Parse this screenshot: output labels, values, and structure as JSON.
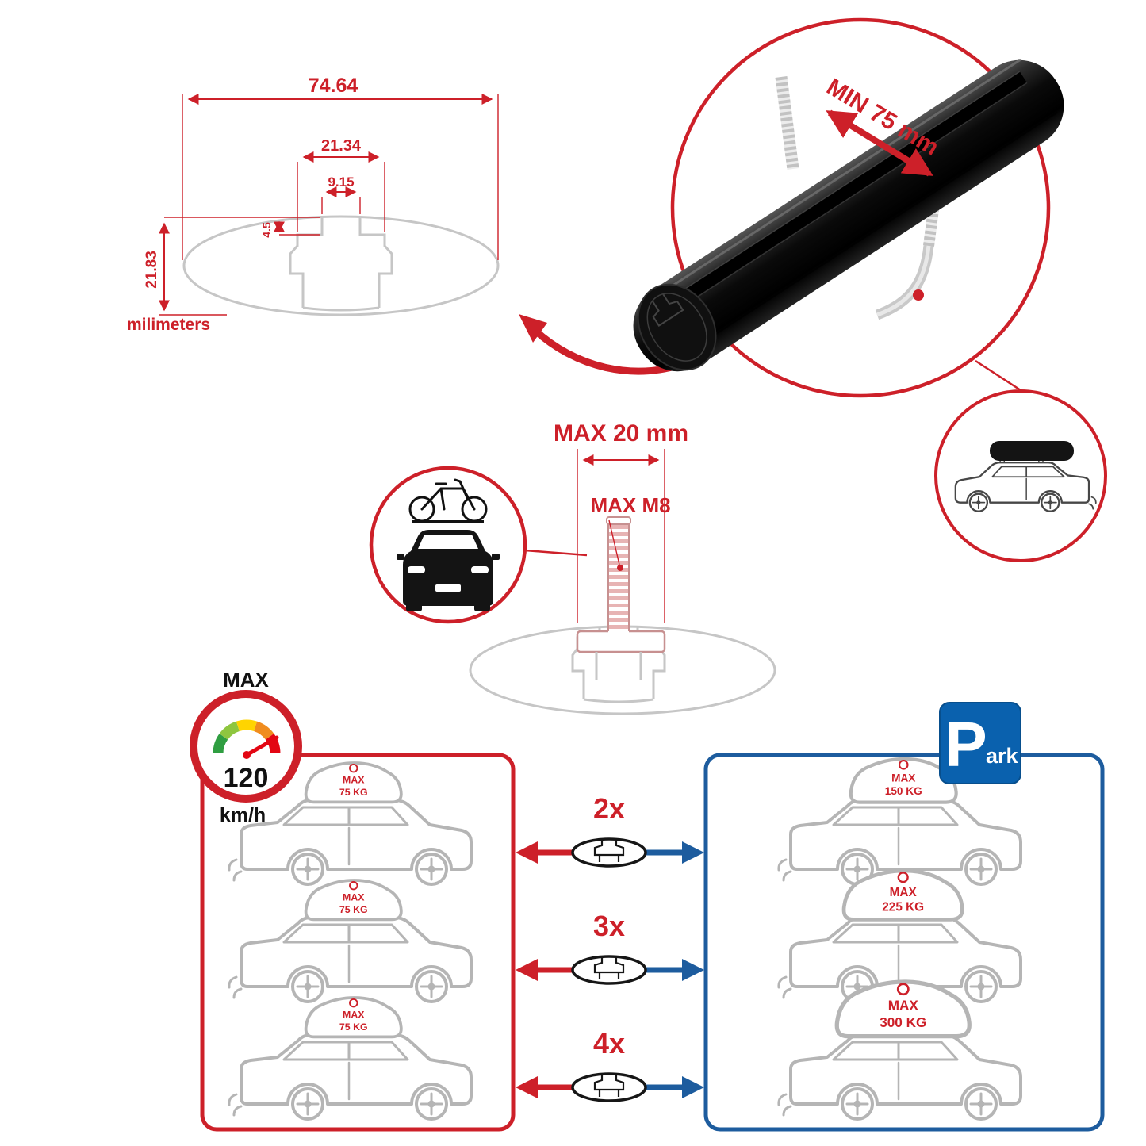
{
  "colors": {
    "red": "#cd2029",
    "blue": "#1d5c9e",
    "sign_blue": "#0a61ae",
    "profile_gray": "#c6c6c6",
    "car_gray": "#b5b5b5",
    "bar_black": "#111111"
  },
  "profile_dimensions": {
    "total_width": "74.64",
    "channel_width": "21.34",
    "slot_width": "9.15",
    "lip_depth": "4.5",
    "total_height": "21.83",
    "units": "milimeters"
  },
  "bar_callout": {
    "min_clamp": "MIN 75 mm"
  },
  "bolt_callout": {
    "max_width": "MAX 20 mm",
    "max_thread": "MAX M8"
  },
  "speed": {
    "label": "MAX",
    "value": "120",
    "unit": "km/h"
  },
  "multipliers": [
    "2x",
    "3x",
    "4x"
  ],
  "left_loads": [
    {
      "l1": "MAX",
      "l2": "75 KG"
    },
    {
      "l1": "MAX",
      "l2": "75 KG"
    },
    {
      "l1": "MAX",
      "l2": "75 KG"
    }
  ],
  "right_loads": [
    {
      "l1": "MAX",
      "l2": "150 KG"
    },
    {
      "l1": "MAX",
      "l2": "225 KG"
    },
    {
      "l1": "MAX",
      "l2": "300 KG"
    }
  ],
  "park": {
    "p": "P",
    "ark": "ark"
  }
}
